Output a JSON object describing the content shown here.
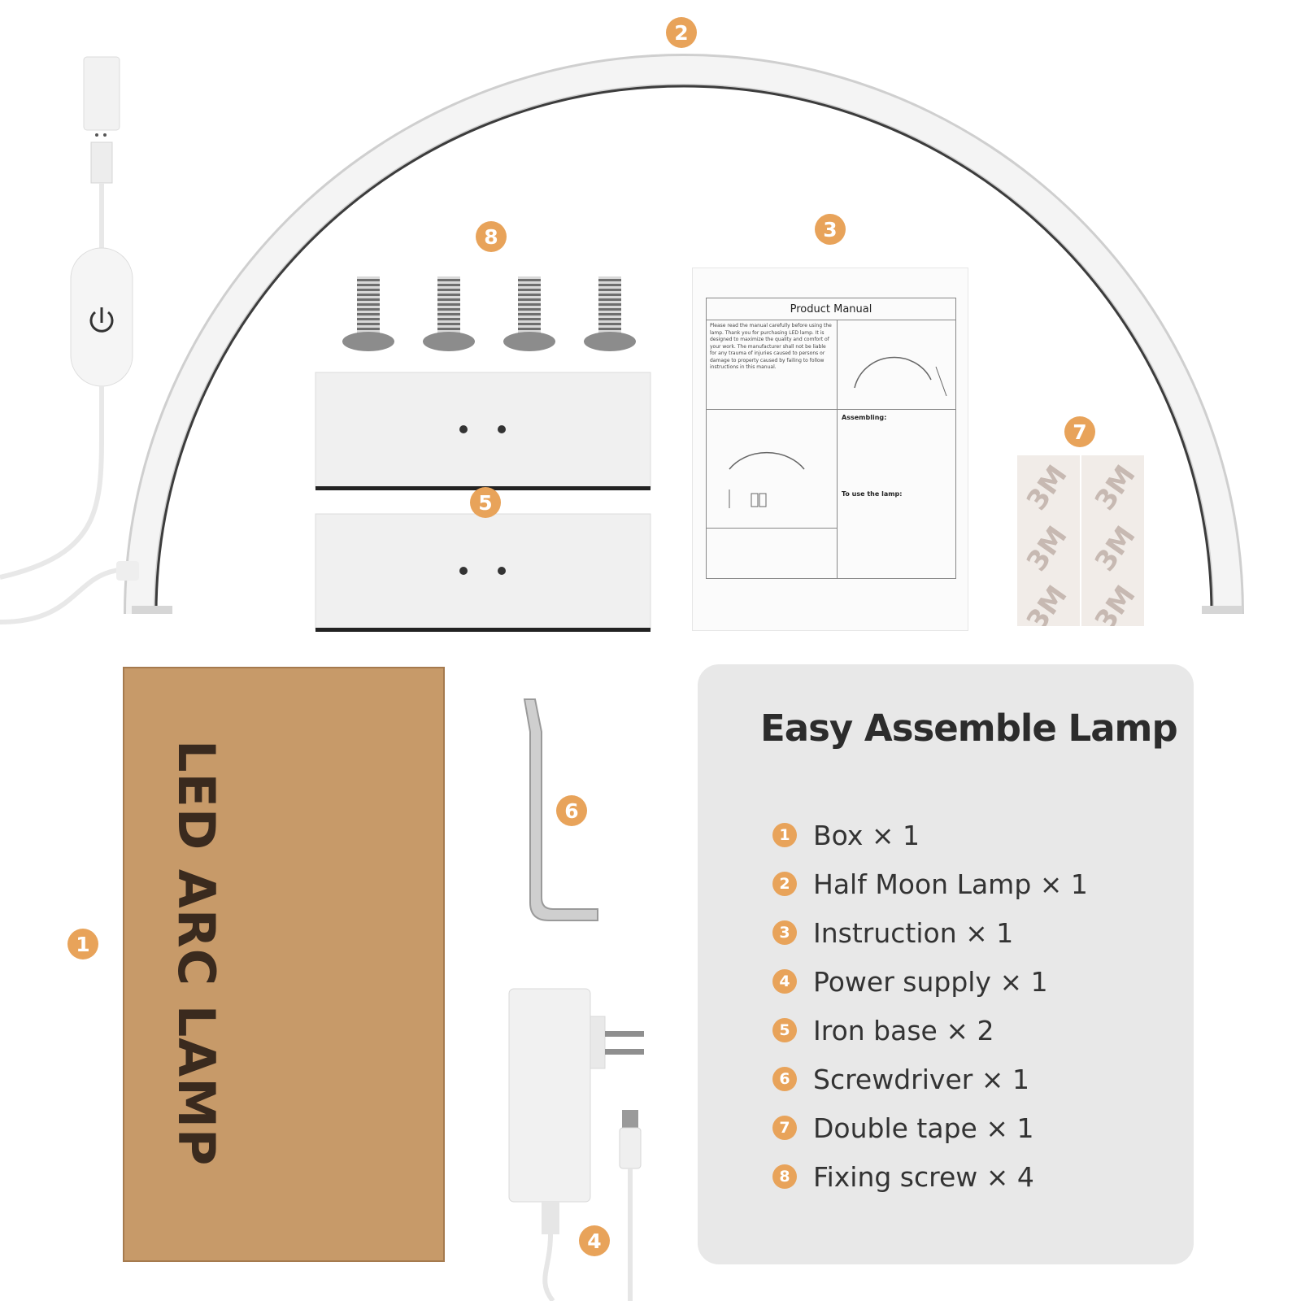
{
  "badges": [
    "1",
    "2",
    "3",
    "4",
    "5",
    "6",
    "7",
    "8"
  ],
  "box": {
    "label": "LED ARC LAMP"
  },
  "manual": {
    "title": "Product Manual",
    "intro": "Please read the manual carefully before using the lamp. Thank you for purchasing LED lamp. It is designed to maximize the quality and comfort of your work. The manufacturer shall not be liable for any trauma of injuries caused to persons or damage to property caused by failing to follow instructions in this manual.",
    "assembling_heading": "Assembling:",
    "to_use_heading": "To use the lamp:"
  },
  "tape": {
    "mark": "3M"
  },
  "panel": {
    "title": "Easy Assemble Lamp",
    "items": [
      {
        "num": "1",
        "label": "Box × 1"
      },
      {
        "num": "2",
        "label": "Half Moon Lamp × 1"
      },
      {
        "num": "3",
        "label": "Instruction × 1"
      },
      {
        "num": "4",
        "label": "Power supply × 1"
      },
      {
        "num": "5",
        "label": "Iron base × 2"
      },
      {
        "num": "6",
        "label": "Screwdriver × 1"
      },
      {
        "num": "7",
        "label": "Double tape × 1"
      },
      {
        "num": "8",
        "label": "Fixing screw × 4"
      }
    ]
  },
  "colors": {
    "accent": "#e8a35a",
    "box": "#c79a69",
    "panel": "#e8e8e8"
  },
  "icons": [
    "power-icon"
  ]
}
